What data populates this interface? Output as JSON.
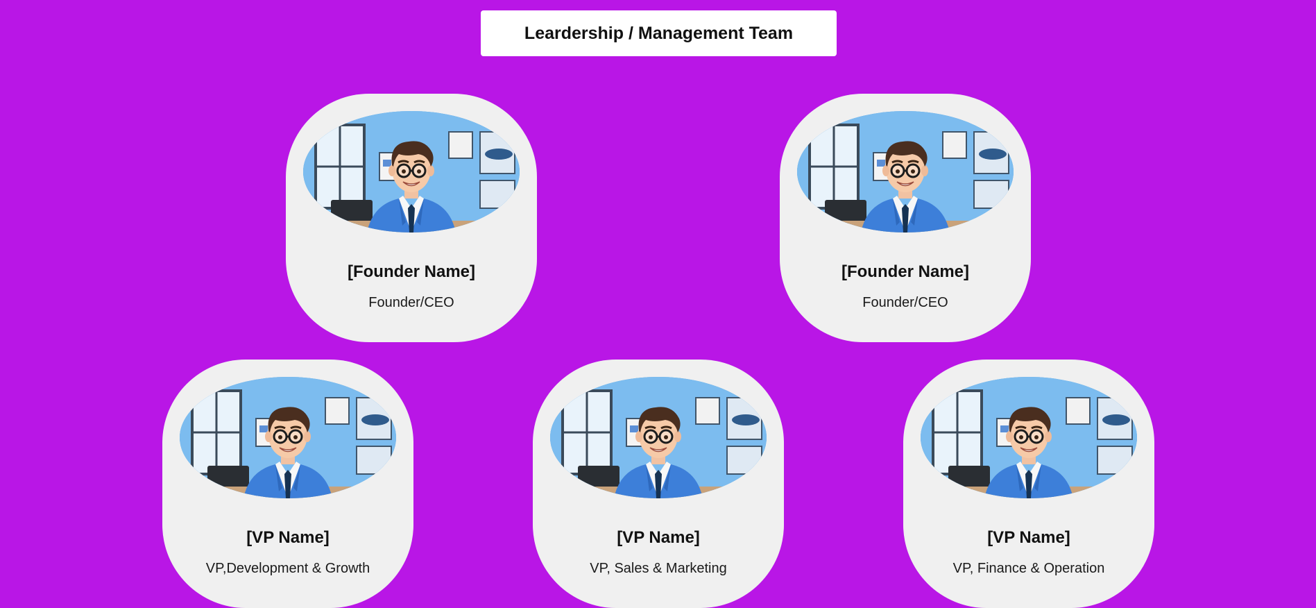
{
  "page": {
    "title": "Leardership / Management Team",
    "background_color": "#b916e6"
  },
  "team": {
    "founders": [
      {
        "name": "[Founder Name]",
        "role": "Founder/CEO",
        "avatar_icon": "avatar-photo"
      },
      {
        "name": "[Founder Name]",
        "role": "Founder/CEO",
        "avatar_icon": "avatar-photo"
      }
    ],
    "vps": [
      {
        "name": "[VP Name]",
        "role": "VP,Development & Growth",
        "avatar_icon": "avatar-photo"
      },
      {
        "name": "[VP Name]",
        "role": "VP, Sales & Marketing",
        "avatar_icon": "avatar-photo"
      },
      {
        "name": "[VP Name]",
        "role": "VP, Finance & Operation",
        "avatar_icon": "avatar-photo"
      }
    ]
  },
  "colors": {
    "card": "#f0f0f0",
    "title_box": "#ffffff",
    "suit": "#3d7fd9",
    "office_bg": "#5fa9e8"
  }
}
